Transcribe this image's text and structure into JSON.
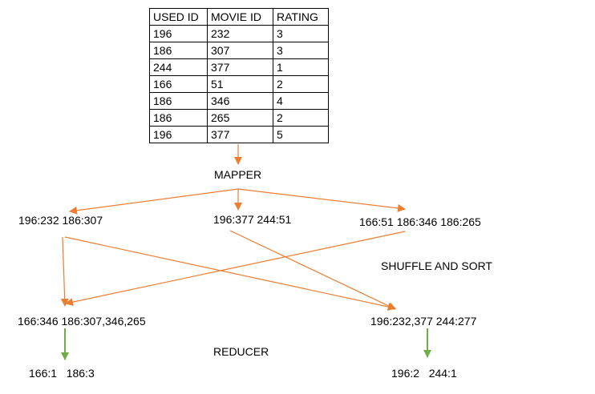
{
  "table": {
    "headers": [
      "USED ID",
      "MOVIE ID",
      "RATING"
    ],
    "rows": [
      [
        "196",
        "232",
        "3"
      ],
      [
        "186",
        "307",
        "3"
      ],
      [
        "244",
        "377",
        "1"
      ],
      [
        "166",
        "51",
        "2"
      ],
      [
        "186",
        "346",
        "4"
      ],
      [
        "186",
        "265",
        "2"
      ],
      [
        "196",
        "377",
        "5"
      ]
    ]
  },
  "labels": {
    "mapper": "MAPPER",
    "map_out_1": "196:232 186:307",
    "map_out_2": "196:377 244:51",
    "map_out_3": "166:51 186:346 186:265",
    "shuffle": "SHUFFLE AND SORT",
    "group_1": "166:346 186:307,346,265",
    "group_2": "196:232,377 244:277",
    "reducer": "REDUCER",
    "reduce_out_1": "166:1   186:3",
    "reduce_out_2": "196:2   244:1"
  },
  "colors": {
    "orange_arrow": "#ED7D31",
    "green_arrow": "#70AD47"
  }
}
